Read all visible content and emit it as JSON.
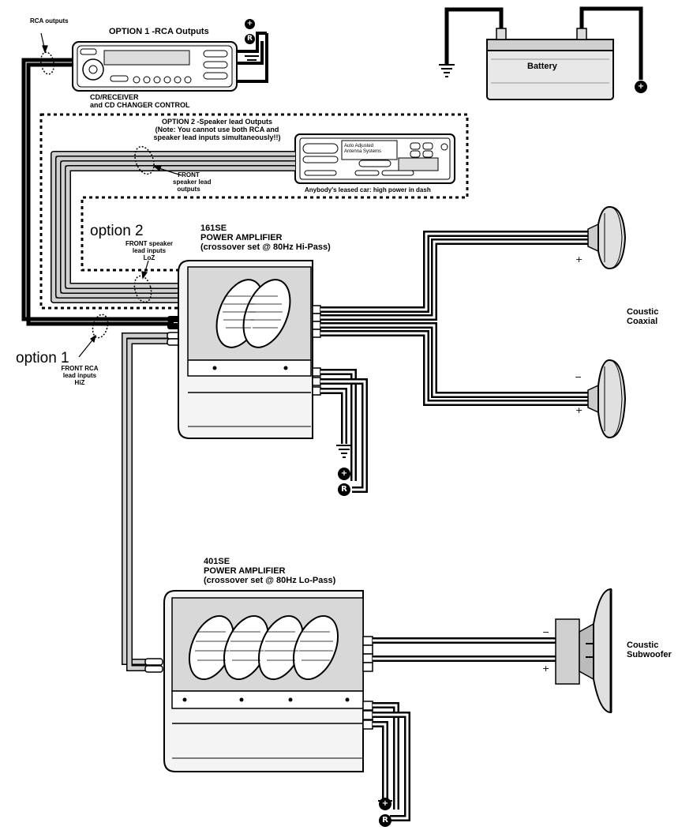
{
  "labels": {
    "rca_outputs": "RCA outputs",
    "option1_title": "OPTION 1 -RCA Outputs",
    "cd_receiver": "CD/RECEIVER\nand CD CHANGER CONTROL",
    "battery": "Battery",
    "option2_title": "OPTION 2 -Speaker lead Outputs\n(Note: You cannot use both RCA and\nspeaker lead inputs simultaneously!!)",
    "front_speaker_outputs": "FRONT\nspeaker lead\noutputs",
    "leased_car": "Anybody's leased car: high power in dash",
    "option2": "option 2",
    "front_speaker_inputs": "FRONT speaker\nlead inputs\nLoZ",
    "amp1_title": "161SE\nPOWER AMPLIFIER\n(crossover set @ 80Hz Hi-Pass)",
    "coaxial": "Coustic\nCoaxial",
    "option1": "option 1",
    "front_rca_inputs": "FRONT RCA\nlead inputs\nHiZ",
    "amp2_title": "401SE\nPOWER AMPLIFIER\n(crossover set @ 80Hz Lo-Pass)",
    "subwoofer": "Coustic\nSubwoofer"
  },
  "head_unit_text": {
    "hu2_line1": "Auto Adjusted",
    "hu2_line2": "Antenna Systems"
  },
  "terminals": {
    "plus": "+",
    "remote": "R",
    "minus": "−"
  },
  "colors": {
    "wire": "#000000",
    "speaker_wire": "#cfcfcf",
    "amp_body": "#f4f4f4",
    "amp_top": "#d8d8d8",
    "battery_body": "#e8e8e8"
  }
}
